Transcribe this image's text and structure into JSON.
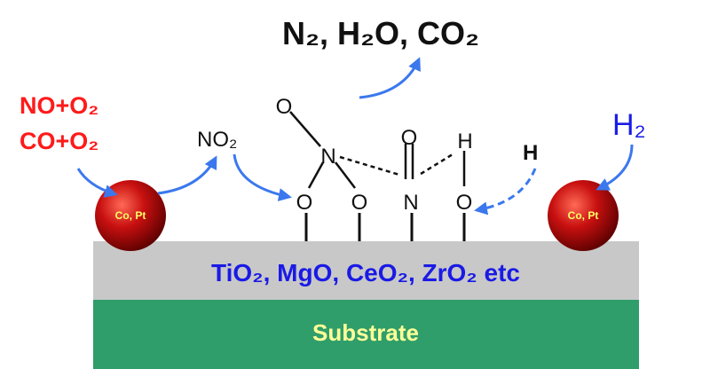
{
  "products": "N₂, H₂O, CO₂",
  "reactants": {
    "line1": "NO+O₂",
    "line2": "CO+O₂"
  },
  "no2": "NO₂",
  "hydrogen_gas": "H₂",
  "hydrogen_atom": "H",
  "particle_label": "Co, Pt",
  "support": "TiO₂, MgO, CeO₂, ZrO₂ etc",
  "substrate": "Substrate",
  "atoms": {
    "oxygen": "O",
    "nitrogen": "N",
    "hydrogen": "H"
  },
  "colors": {
    "red_text": "#ff1a1a",
    "blue_text": "#1a1ae6",
    "arrow_blue": "#3b78ee",
    "support_gray": "#c8c8c8",
    "substrate_green": "#2f9e6a",
    "substrate_text": "#ffff99",
    "particle_red": "#b80a0a"
  }
}
